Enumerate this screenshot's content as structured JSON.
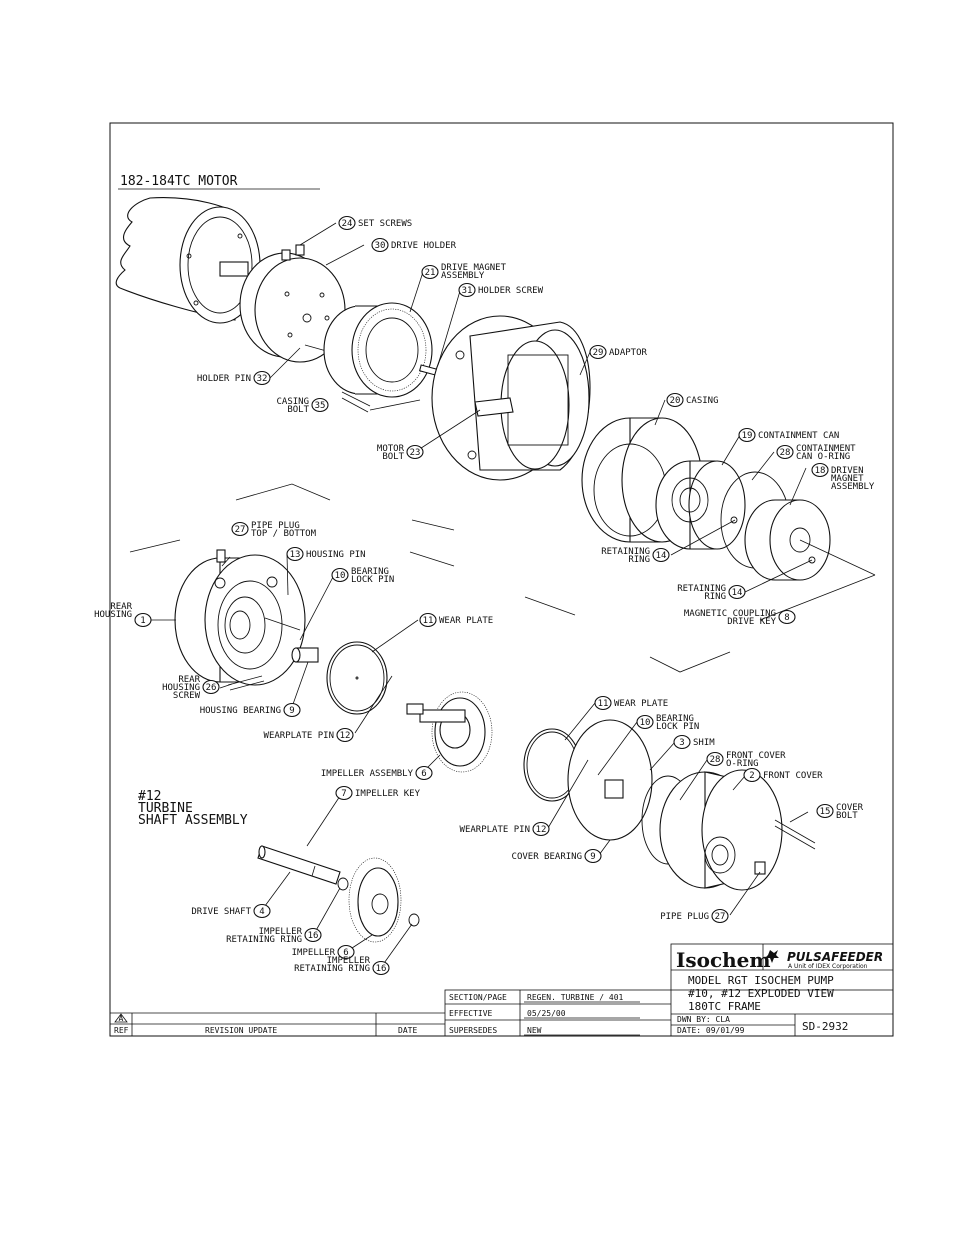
{
  "motor_title": "182-184TC MOTOR",
  "turbine_title": [
    "#12",
    "TURBINE",
    "SHAFT ASSEMBLY"
  ],
  "callouts": [
    {
      "id": "c24",
      "num": "24",
      "lines": [
        "SET SCREWS"
      ]
    },
    {
      "id": "c30",
      "num": "30",
      "lines": [
        "DRIVE HOLDER"
      ]
    },
    {
      "id": "c21",
      "num": "21",
      "lines": [
        "DRIVE MAGNET",
        "ASSEMBLY"
      ]
    },
    {
      "id": "c31",
      "num": "31",
      "lines": [
        "HOLDER SCREW"
      ]
    },
    {
      "id": "c29",
      "num": "29",
      "lines": [
        "ADAPTOR"
      ]
    },
    {
      "id": "c32",
      "num": "32",
      "lines": [
        "HOLDER PIN"
      ]
    },
    {
      "id": "c35",
      "num": "35",
      "lines": [
        "CASING",
        "BOLT"
      ]
    },
    {
      "id": "c23",
      "num": "23",
      "lines": [
        "MOTOR",
        "BOLT"
      ]
    },
    {
      "id": "c20",
      "num": "20",
      "lines": [
        "CASING"
      ]
    },
    {
      "id": "c19",
      "num": "19",
      "lines": [
        "CONTAINMENT CAN"
      ]
    },
    {
      "id": "c28a",
      "num": "28",
      "lines": [
        "CONTAINMENT",
        "CAN O-RING"
      ]
    },
    {
      "id": "c18",
      "num": "18",
      "lines": [
        "DRIVEN",
        "MAGNET",
        "ASSEMBLY"
      ]
    },
    {
      "id": "c14a",
      "num": "14",
      "lines": [
        "RETAINING",
        "RING"
      ]
    },
    {
      "id": "c14b",
      "num": "14",
      "lines": [
        "RETAINING",
        "RING"
      ]
    },
    {
      "id": "c8",
      "num": "8",
      "lines": [
        "MAGNETIC COUPLING",
        "DRIVE KEY"
      ]
    },
    {
      "id": "c27a",
      "num": "27",
      "lines": [
        "PIPE PLUG",
        "TOP / BOTTOM"
      ]
    },
    {
      "id": "c13",
      "num": "13",
      "lines": [
        "HOUSING PIN"
      ]
    },
    {
      "id": "c10a",
      "num": "10",
      "lines": [
        "BEARING",
        "LOCK PIN"
      ]
    },
    {
      "id": "c1",
      "num": "1",
      "lines": [
        "REAR",
        "HOUSING"
      ]
    },
    {
      "id": "c11a",
      "num": "11",
      "lines": [
        "WEAR PLATE"
      ]
    },
    {
      "id": "c26",
      "num": "26",
      "lines": [
        "REAR",
        "HOUSING",
        "SCREW"
      ]
    },
    {
      "id": "c9a",
      "num": "9",
      "lines": [
        "HOUSING BEARING"
      ]
    },
    {
      "id": "c12a",
      "num": "12",
      "lines": [
        "WEARPLATE PIN"
      ]
    },
    {
      "id": "c6a",
      "num": "6",
      "lines": [
        "IMPELLER ASSEMBLY"
      ]
    },
    {
      "id": "c11b",
      "num": "11",
      "lines": [
        "WEAR PLATE"
      ]
    },
    {
      "id": "c10b",
      "num": "10",
      "lines": [
        "BEARING",
        "LOCK PIN"
      ]
    },
    {
      "id": "c3",
      "num": "3",
      "lines": [
        "SHIM"
      ]
    },
    {
      "id": "c28b",
      "num": "28",
      "lines": [
        "FRONT COVER",
        "O-RING"
      ]
    },
    {
      "id": "c2",
      "num": "2",
      "lines": [
        "FRONT COVER"
      ]
    },
    {
      "id": "c7",
      "num": "7",
      "lines": [
        "IMPELLER KEY"
      ]
    },
    {
      "id": "c15",
      "num": "15",
      "lines": [
        "COVER",
        "BOLT"
      ]
    },
    {
      "id": "c12b",
      "num": "12",
      "lines": [
        "WEARPLATE PIN"
      ]
    },
    {
      "id": "c9b",
      "num": "9",
      "lines": [
        "COVER BEARING"
      ]
    },
    {
      "id": "c4",
      "num": "4",
      "lines": [
        "DRIVE SHAFT"
      ]
    },
    {
      "id": "c16a",
      "num": "16",
      "lines": [
        "IMPELLER",
        "RETAINING RING"
      ]
    },
    {
      "id": "c6b",
      "num": "6",
      "lines": [
        "IMPELLER"
      ]
    },
    {
      "id": "c16b",
      "num": "16",
      "lines": [
        "IMPELLER",
        "RETAINING RING"
      ]
    },
    {
      "id": "c27b",
      "num": "27",
      "lines": [
        "PIPE PLUG"
      ]
    }
  ],
  "title_block": {
    "logo_left": "Isochem",
    "logo_right": "PULSAFEEDER",
    "logo_right_sub": "A Unit of IDEX Corporation",
    "title_lines": [
      "MODEL RGT ISOCHEM PUMP",
      "#10, #12 EXPLODED VIEW",
      "180TC FRAME"
    ],
    "section_label": "SECTION/PAGE",
    "section_value": "REGEN. TURBINE / 401",
    "effective_label": "EFFECTIVE",
    "effective_value": "05/25/00",
    "supersedes_label": "SUPERSEDES",
    "supersedes_value": "NEW",
    "drawn_by": "DWN BY:  CLA",
    "date": "DATE:  09/01/99",
    "drawing_number": "SD-2932"
  },
  "revision_block": {
    "rev_symbol": "A",
    "ref_label": "REF",
    "update_label": "REVISION UPDATE",
    "date_label": "DATE"
  }
}
